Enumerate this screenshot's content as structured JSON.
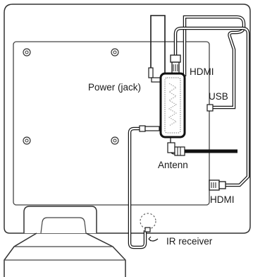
{
  "labels": {
    "power": "Power (jack)",
    "hdmi_top": "HDMI",
    "usb": "USB",
    "antenna": "Antenn",
    "hdmi_bottom": "HDMI",
    "ir_receiver": "IR receiver"
  }
}
